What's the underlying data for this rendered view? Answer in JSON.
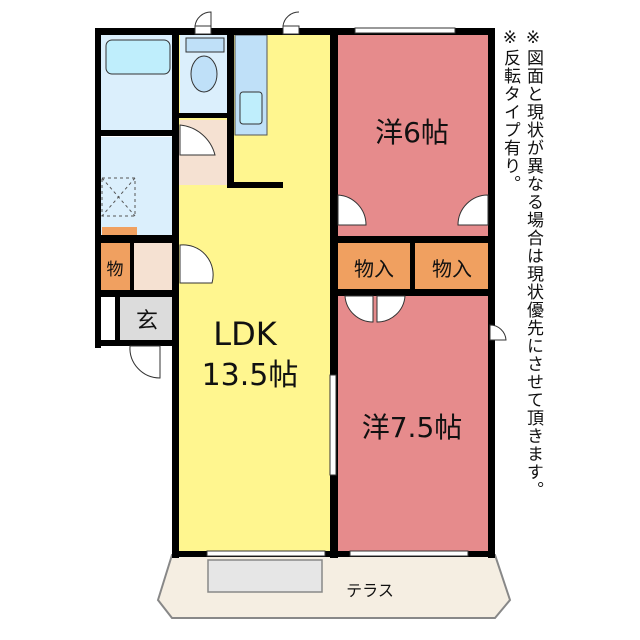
{
  "rooms": {
    "ldk_name": "LDK",
    "ldk_size": "13.5帖",
    "western1": "洋6帖",
    "western2": "洋7.5帖",
    "closet1": "物入",
    "closet2": "物入",
    "storage": "物",
    "entrance": "玄",
    "terrace": "テラス"
  },
  "notes": {
    "note1": "※図面と現状が異なる場合は現状優先にさせて頂きます。",
    "note2": "※反転タイプ有り。"
  },
  "colors": {
    "ldk": "#fff68f",
    "western": "#e68b8c",
    "closet": "#f0a060",
    "wet": "#dbeffc",
    "hall": "#f5e1d2",
    "entrance": "#dcdcdc",
    "terrace": "#f5eee2"
  }
}
